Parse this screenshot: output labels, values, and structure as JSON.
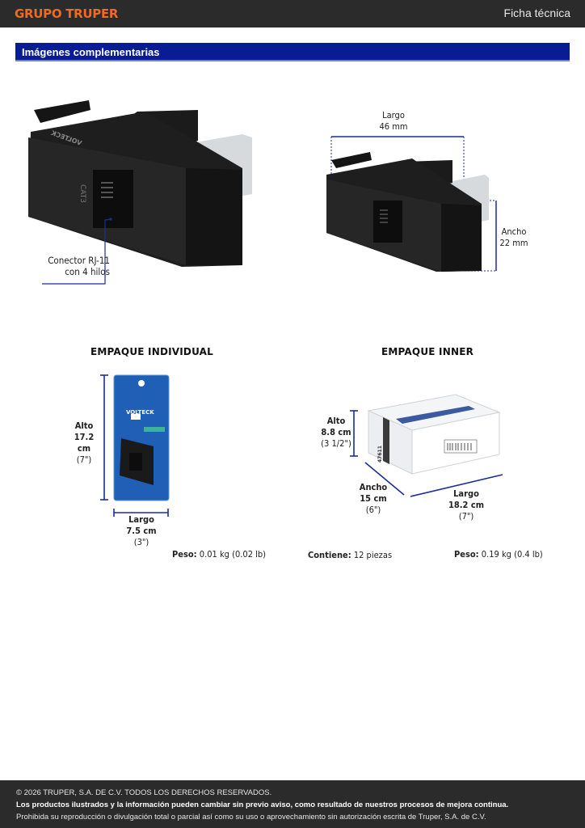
{
  "header": {
    "brand": "GRUPO TRUPER",
    "doc_type": "Ficha técnica"
  },
  "section": {
    "title": "Imágenes complementarias"
  },
  "product": {
    "connector_label_1": "Conector RJ-11",
    "connector_label_2": "con 4 hilos",
    "largo_label": "Largo",
    "largo_value": "46 mm",
    "ancho_label": "Ancho",
    "ancho_value": "22 mm",
    "jack_text": "CAT3",
    "brand_text": "VOLTECK"
  },
  "individual": {
    "title": "EMPAQUE INDIVIDUAL",
    "alto_label": "Alto",
    "alto_value": "17.2 cm",
    "alto_in": "(7\")",
    "largo_label": "Largo",
    "largo_value": "7.5 cm",
    "largo_in": "(3\")",
    "peso_label": "Peso:",
    "peso_value": "0.01 kg (0.02 lb)",
    "pack_brand": "VOLTECK"
  },
  "inner": {
    "title": "EMPAQUE INNER",
    "alto_label": "Alto",
    "alto_value": "8.8 cm",
    "alto_in": "(3 1/2\")",
    "ancho_label": "Ancho",
    "ancho_value": "15 cm",
    "ancho_in": "(6\")",
    "largo_label": "Largo",
    "largo_value": "18.2 cm",
    "largo_in": "(7\")",
    "contiene_label": "Contiene:",
    "contiene_value": "12 piezas",
    "peso_label": "Peso:",
    "peso_value": "0.19 kg (0.4 lb)",
    "box_code": "47611"
  },
  "footer": {
    "copyright": "© 2026 TRUPER, S.A. DE C.V. TODOS LOS DERECHOS RESERVADOS.",
    "notice": "Los productos ilustrados y la información pueden cambiar sin previo aviso, como resultado de nuestros procesos de mejora continua.",
    "prohibition": "Prohibida su reproducción o divulgación total o parcial así como su uso o aprovechamiento sin autorización escrita de Truper, S.A. de C.V."
  },
  "colors": {
    "header_bg": "#2b2b2b",
    "brand_orange": "#f26a21",
    "section_blue": "#0a1c94",
    "dimension_blue": "#1a2c9c",
    "pack_blue": "#1f5fb6"
  }
}
